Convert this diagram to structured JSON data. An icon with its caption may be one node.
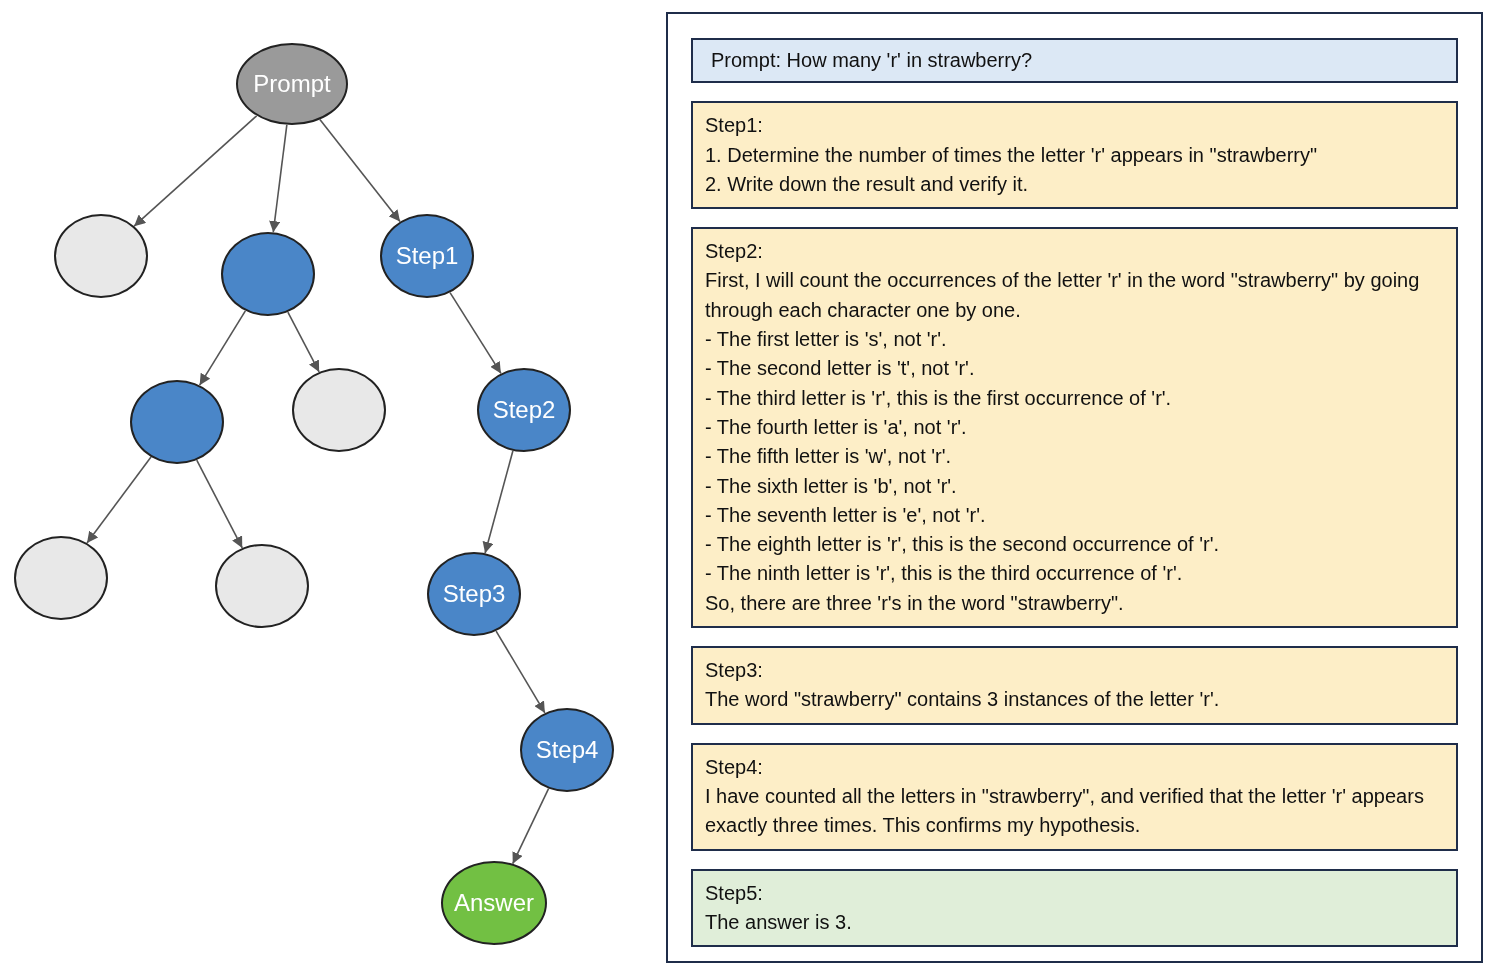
{
  "diagram": {
    "nodes": [
      {
        "text": [
          "Prompt"
        ]
      },
      {
        "text": [],
        "shape": "circle"
      },
      {
        "text": [],
        "shape": "circle"
      },
      {
        "text": [
          "Step1"
        ]
      },
      {
        "text": [],
        "shape": "circle"
      },
      {
        "text": [],
        "shape": "circle"
      },
      {
        "text": [
          "Step2"
        ]
      },
      {
        "text": [],
        "shape": "circle"
      },
      {
        "text": [],
        "shape": "circle"
      },
      {
        "text": [
          "Step3"
        ]
      },
      {
        "text": [
          "Step4"
        ]
      },
      {
        "text": [
          "Answer"
        ]
      },
      {
        "text": [],
        "shape": "box"
      },
      {
        "text": [
          "Prompt: How many 'r' in strawberry?"
        ],
        "in": 12
      },
      {
        "text": [
          "Step1:",
          "1. Determine the number of times the letter 'r' appears in \"strawberry\"",
          "2. Write down the result and verify it."
        ],
        "in": 12
      },
      {
        "text": [
          "Step2:",
          "First, I will count the occurrences of the letter 'r' in the word \"strawberry\" by going through each character one by one.",
          "- The first letter is 's', not 'r'.",
          "- The second letter is 't', not 'r'.",
          "- The third letter is 'r', this is the first occurrence of 'r'.",
          "- The fourth letter is 'a', not 'r'.",
          "- The fifth letter is 'w', not 'r'.",
          "- The sixth letter is 'b', not 'r'.",
          "- The seventh letter is 'e', not 'r'.",
          "- The eighth letter is 'r', this is the second occurrence of 'r'.",
          "- The ninth letter is 'r', this is the third occurrence of 'r'.",
          "So, there are three 'r's in the word \"strawberry\"."
        ],
        "in": 12
      },
      {
        "text": [
          "Step3:",
          "The word \"strawberry\" contains 3 instances of the letter 'r'."
        ],
        "in": 12
      },
      {
        "text": [
          "Step4:",
          "I have counted all the letters in \"strawberry\", and verified that the letter 'r' appears exactly three times. This confirms my hypothesis."
        ],
        "in": 12
      },
      {
        "text": [
          "Step5:",
          "The answer is 3."
        ],
        "in": 12
      }
    ],
    "edges": [
      {
        "from": 0,
        "to": 1,
        "arrow": "to"
      },
      {
        "from": 0,
        "to": 2,
        "arrow": "to"
      },
      {
        "from": 0,
        "to": 3,
        "arrow": "to"
      },
      {
        "from": 2,
        "to": 4,
        "arrow": "to"
      },
      {
        "from": 2,
        "to": 5,
        "arrow": "to"
      },
      {
        "from": 3,
        "to": 6,
        "arrow": "to"
      },
      {
        "from": 4,
        "to": 7,
        "arrow": "to"
      },
      {
        "from": 4,
        "to": 8,
        "arrow": "to"
      },
      {
        "from": 6,
        "to": 9,
        "arrow": "to"
      },
      {
        "from": 9,
        "to": 10,
        "arrow": "to"
      },
      {
        "from": 10,
        "to": 11,
        "arrow": "to"
      }
    ]
  }
}
